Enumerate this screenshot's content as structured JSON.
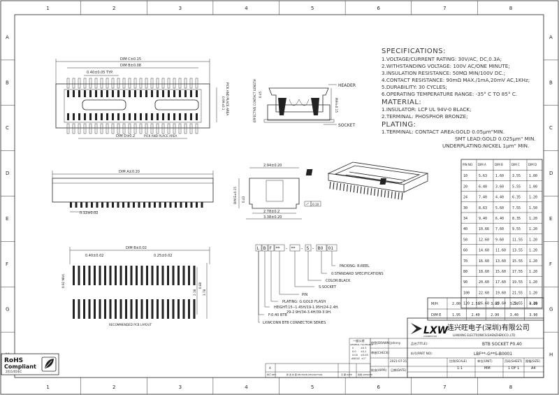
{
  "grid": {
    "columns": [
      "1",
      "2",
      "3",
      "4",
      "5",
      "6",
      "7",
      "8"
    ],
    "rows": [
      "A",
      "B",
      "C",
      "D",
      "E",
      "F",
      "G",
      "H"
    ]
  },
  "specs": {
    "heading": "SPECIFICATIONS:",
    "lines": [
      "1.VOLTAGE/CURRENT RATING: 30V/AC, DC,0.3A;",
      "2.WITHSTANDING VOLTAGE: 100V AC/ONE MINUTE;",
      "3.INSULATION RESISTANCE: 50MΩ MIN/100V DC.;",
      "4.CONTACT RESISTANCE: 90mΩ MAX./1mA,20mV AC,1KHz;",
      "5.DURABILITY: 30 CYCLES;",
      "6.OPERATING TEMPERATURE RANGE: -35° C TO 85° C."
    ],
    "material_heading": "MATERIAL:",
    "material_lines": [
      "1.INSULATOR: LCP UL 94V-0 BLACK;",
      "2.TERMINAL: PHOSPHOR BRONZE;"
    ],
    "plating_heading": "PLATING:",
    "plating_lines": [
      "1.TERMINAL: CONTACT AREA:GOLD 0.05μm\"MIN.",
      "SMT LEAD:GOLD 0.025μm\" MIN.",
      "UNDERPLATING:NICKEL 1μm\" MIN."
    ]
  },
  "top_view": {
    "dim_c": "DIM C±0.15",
    "dim_b": "DIM B±0.08",
    "pitch": "0.40±0.05 TYP.",
    "dim_d": "DIM D±0.2",
    "pick_place": "PICK AND PLACE AREA",
    "right_dim": "0.99±0.1",
    "right_label": "PICK AND PLACE AREA"
  },
  "side_view": {
    "header": "HEADER",
    "socket": "SOCKET",
    "effective_length": "EFFECTIVE CONTACT LENGTH",
    "eff_dim": "0.45",
    "height": "M/H±0.15"
  },
  "front_view": {
    "dim_a": "DIM A±0.20",
    "lead": "0.12±0.02"
  },
  "end_view": {
    "width_top": "2.94±0.20",
    "height_dim": "DIM E±0.15",
    "small": "0.43",
    "width_a": "2.78±0.2",
    "width_b": "3.38±0.20",
    "flatness": "0.10"
  },
  "pcb_layout": {
    "dim_b": "DIM B±0.02",
    "pad_pitch": "0.40±0.02",
    "pad_width": "0.25±0.02",
    "max": "0.92 MAX.",
    "d1": "2.38",
    "d2": "3.78",
    "d3": "0.80",
    "label": "RECOMMENDED PCB LAYOUT"
  },
  "part_number": {
    "code": [
      "L",
      "B",
      "F",
      "**",
      "-",
      "**",
      "-",
      "S",
      "-",
      "B0",
      "01"
    ],
    "annotations": [
      "PACKING: R:REEL",
      "0:STANDARD SPECIFICATIONS",
      "COLOR:BLACK",
      "S:SOCKET",
      "PIN",
      "PLATING: G:GOLD FLASH",
      "HEIGHT:15--1.45H/19-1.95H/24-2.4H.",
      "29-2.9H/34-3.4H/39-3.9H.",
      "F:0.40 BTB",
      "LXWCONN BTB CONNECTOR SERIES"
    ]
  },
  "pin_table": {
    "headers": [
      "PIN NO.",
      "DIM A",
      "DIM B",
      "DIM C",
      "DIM D"
    ],
    "rows": [
      [
        "10",
        "5.63",
        "1.60",
        "3.55",
        "1.00"
      ],
      [
        "20",
        "6.40",
        "3.60",
        "5.55",
        "1.00"
      ],
      [
        "24",
        "7.40",
        "4.40",
        "6.35",
        "1.20"
      ],
      [
        "30",
        "8.63",
        "5.60",
        "7.55",
        "1.50"
      ],
      [
        "34",
        "9.40",
        "6.40",
        "8.35",
        "1.20"
      ],
      [
        "40",
        "10.66",
        "7.60",
        "9.55",
        "1.20"
      ],
      [
        "50",
        "12.60",
        "9.60",
        "11.55",
        "1.20"
      ],
      [
        "60",
        "14.60",
        "11.60",
        "13.55",
        "1.20"
      ],
      [
        "70",
        "16.60",
        "13.60",
        "15.55",
        "1.20"
      ],
      [
        "80",
        "18.60",
        "15.60",
        "17.55",
        "1.20"
      ],
      [
        "90",
        "20.60",
        "17.60",
        "19.55",
        "1.20"
      ],
      [
        "100",
        "22.60",
        "19.60",
        "21.55",
        "1.20"
      ],
      [
        "120",
        "26.60",
        "23.60",
        "25.55",
        "1.20"
      ]
    ]
  },
  "height_table": {
    "row_labels": [
      "M/H",
      "DIM E"
    ],
    "rows": [
      [
        "2.00",
        "2.50",
        "3.00",
        "3.50",
        "4.00"
      ],
      [
        "1.95",
        "2.40",
        "2.90",
        "3.40",
        "3.90"
      ]
    ]
  },
  "title_block": {
    "brand": "LXW",
    "brand_sub": "CONNECTOR",
    "company_cn": "连兴旺电子(深圳)有限公司",
    "company_en": "LIANXING ELECTRONICS(SHENZHEN)CO.,LTD",
    "name_label": "品名(TITLE):",
    "title": "BTB SOCKET P0.40",
    "part_label": "料号(PART NO):",
    "part_no": "LBF**-G**S-B0001",
    "sheet": "1 OF 1",
    "size": "A4",
    "scale": "1:1",
    "unit": "MM",
    "rev_a": "A",
    "tol_heading": "一般公差",
    "tolerances": [
      "GENERAL TOLERANCE",
      "0",
      "±0.3",
      "0.0",
      "±0.1",
      "0.00",
      "±0.05",
      "ANGLE",
      "±1°"
    ],
    "col_labels": [
      "修订",
      "描述",
      "日期",
      "批准",
      "绘图(DRAWN)",
      "审核(CHECK)",
      "批准(APPR)",
      "日期(DATE)",
      "比例(SCALE)",
      "单位(UNIT)",
      "页码(SHEET)",
      "图幅(SIZE)"
    ],
    "drawn": "Johnny",
    "date": "2021-07-21",
    "rev_cols": [
      "修订 REV.",
      "修 改 内 容 REVISION DESCRIPTION",
      "日 期 DATE",
      "批准 APPROVE"
    ]
  },
  "rohs": {
    "line1": "RoHS",
    "line2": "Compliant",
    "line3": "2011/65/EC"
  }
}
